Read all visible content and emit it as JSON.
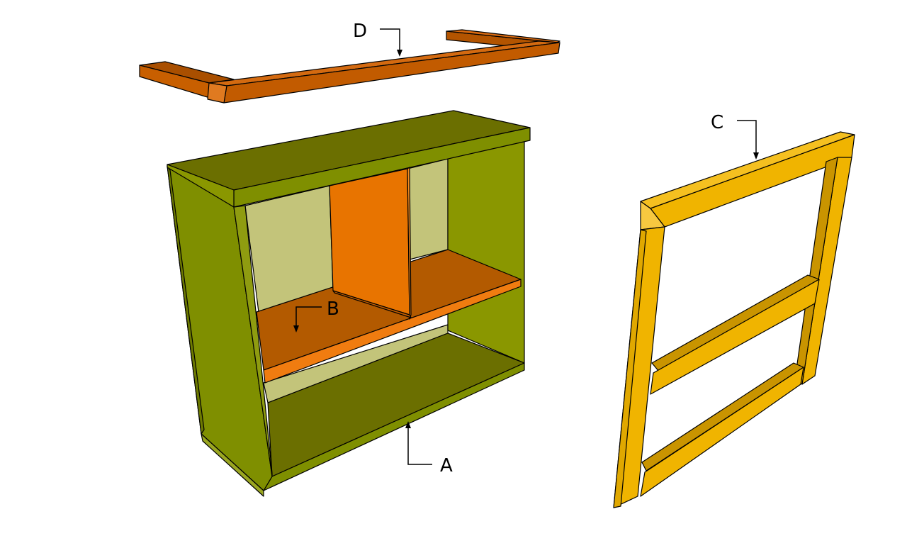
{
  "diagram": {
    "parts": [
      {
        "id": "A",
        "label": "A",
        "color": "#7f8f00"
      },
      {
        "id": "B",
        "label": "B",
        "color": "#e87400"
      },
      {
        "id": "C",
        "label": "C",
        "color": "#f0b400"
      },
      {
        "id": "D",
        "label": "D",
        "color": "#c85f00"
      }
    ]
  }
}
